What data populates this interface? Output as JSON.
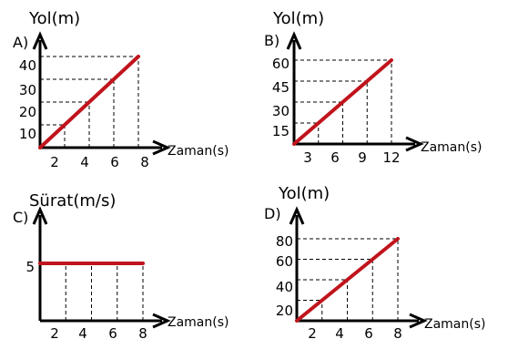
{
  "colors": {
    "series": "#c0141c",
    "axis": "#000000"
  },
  "chart_data": [
    {
      "type": "line",
      "panel_label": "A)",
      "ylabel": "Yol(m)",
      "xlabel": "Zaman(s)",
      "x_ticks": [
        "2",
        "4",
        "6",
        "8"
      ],
      "y_ticks": [
        "10",
        "20",
        "30",
        "40"
      ],
      "x": [
        0,
        2,
        4,
        6,
        8
      ],
      "y": [
        0,
        10,
        20,
        30,
        40
      ],
      "xlim": [
        0,
        8
      ],
      "ylim": [
        0,
        40
      ]
    },
    {
      "type": "line",
      "panel_label": "B)",
      "ylabel": "Yol(m)",
      "xlabel": "Zaman(s)",
      "x_ticks": [
        "3",
        "6",
        "9",
        "12"
      ],
      "y_ticks": [
        "15",
        "30",
        "45",
        "60"
      ],
      "x": [
        0,
        3,
        6,
        9,
        12
      ],
      "y": [
        0,
        15,
        30,
        45,
        60
      ],
      "xlim": [
        0,
        12
      ],
      "ylim": [
        0,
        60
      ]
    },
    {
      "type": "line",
      "panel_label": "C)",
      "ylabel": "Sürat(m/s)",
      "xlabel": "Zaman(s)",
      "x_ticks": [
        "2",
        "4",
        "6",
        "8"
      ],
      "y_ticks": [
        "5"
      ],
      "x": [
        0,
        2,
        4,
        6,
        8
      ],
      "y": [
        5,
        5,
        5,
        5,
        5
      ],
      "xlim": [
        0,
        8
      ],
      "ylim": [
        0,
        5
      ]
    },
    {
      "type": "line",
      "panel_label": "D)",
      "ylabel": "Yol(m)",
      "xlabel": "Zaman(s)",
      "x_ticks": [
        "2",
        "4",
        "6",
        "8"
      ],
      "y_ticks": [
        "20",
        "40",
        "60",
        "80"
      ],
      "x": [
        0,
        2,
        4,
        6,
        8
      ],
      "y": [
        0,
        20,
        40,
        60,
        80
      ],
      "xlim": [
        0,
        8
      ],
      "ylim": [
        0,
        80
      ]
    }
  ]
}
